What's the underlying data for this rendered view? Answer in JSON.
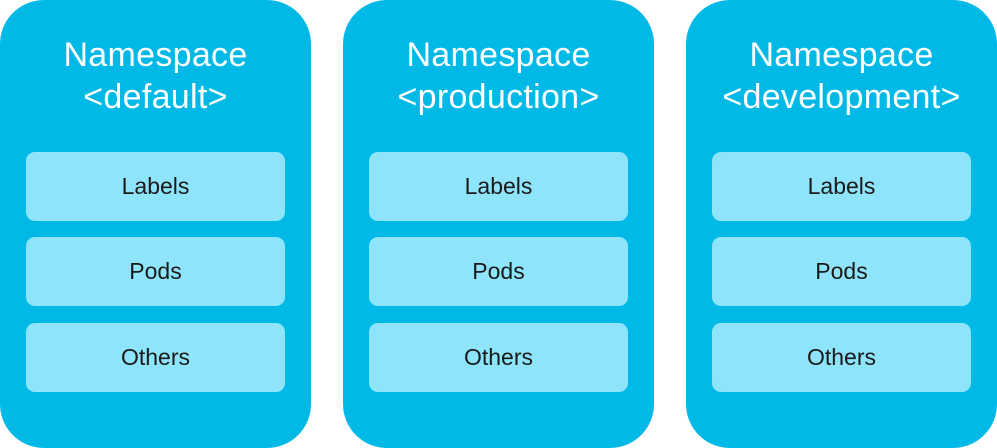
{
  "namespaces": [
    {
      "title_line1": "Namespace",
      "title_line2": "<default>",
      "items": [
        "Labels",
        "Pods",
        "Others"
      ]
    },
    {
      "title_line1": "Namespace",
      "title_line2": "<production>",
      "items": [
        "Labels",
        "Pods",
        "Others"
      ]
    },
    {
      "title_line1": "Namespace",
      "title_line2": "<development>",
      "items": [
        "Labels",
        "Pods",
        "Others"
      ]
    }
  ],
  "colors": {
    "card": "#00b9e6",
    "item": "#8ee5fb",
    "title_text": "#ffffff",
    "item_text": "#1a1a1a"
  }
}
